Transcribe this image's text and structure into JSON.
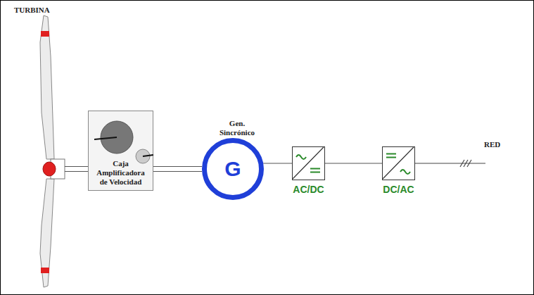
{
  "diagram": {
    "nodes": [
      {
        "text": [
          "Caja Amplificadora de Velocidad"
        ]
      },
      {
        "text": [
          "Gen. Sincrónico",
          "G"
        ]
      },
      {
        "text": [
          "AC/DC"
        ]
      },
      {
        "text": [
          "DC/AC"
        ]
      }
    ],
    "edges": [
      {
        "from": 0,
        "to": 1,
        "arrow": "none"
      },
      {
        "from": 1,
        "to": 2,
        "arrow": "none"
      },
      {
        "from": 2,
        "to": 3,
        "arrow": "none"
      }
    ],
    "labels": [
      "TURBINA",
      "RED"
    ]
  }
}
